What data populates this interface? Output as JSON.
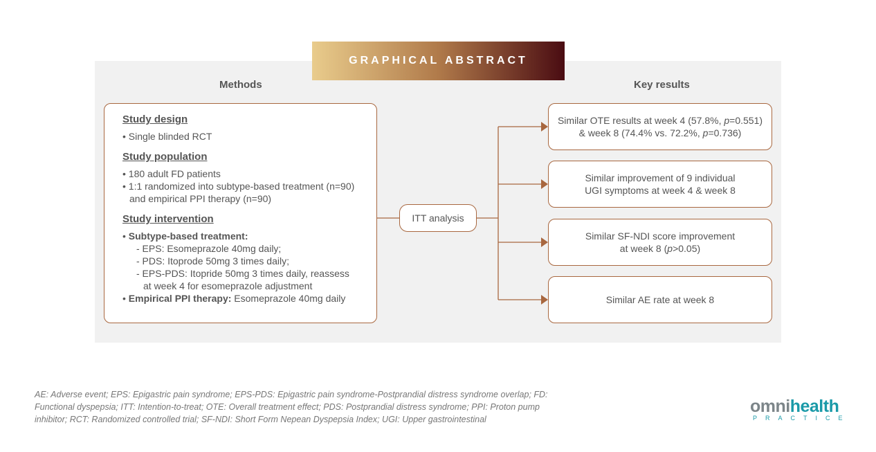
{
  "banner": "GRAPHICAL ABSTRACT",
  "methods_header": "Methods",
  "results_header": "Key results",
  "methods": {
    "design_title": "Study design",
    "design_items": [
      "Single blinded RCT"
    ],
    "population_title": "Study population",
    "population_items": [
      "180 adult FD patients",
      "1:1 randomized into subtype-based treatment (n=90)",
      "and empirical PPI therapy (n=90)"
    ],
    "intervention_title": "Study intervention",
    "subtype_label": "Subtype-based treatment:",
    "subtype_items": [
      "- EPS: Esomeprazole 40mg daily;",
      "- PDS: Itoprode 50mg 3 times daily;",
      "- EPS-PDS: Itopride 50mg 3 times daily, reassess",
      "at week 4 for esomeprazole adjustment"
    ],
    "empirical_label": "Empirical PPI therapy:",
    "empirical_value": " Esomeprazole 40mg daily"
  },
  "itt": "ITT analysis",
  "results": [
    {
      "l1a": "Similar OTE results at week 4 (57.8%, ",
      "p1": "p",
      "l1b": "=0.551)",
      "l2a": "& week 8 (74.4% vs. 72.2%, ",
      "p2": "p",
      "l2b": "=0.736)"
    },
    {
      "l1": "Similar improvement of 9 individual",
      "l2": "UGI symptoms at week 4 & week 8"
    },
    {
      "l1": "Similar SF-NDI score improvement",
      "l2a": "at week 8 (",
      "p": "p",
      "l2b": ">0.05)"
    },
    {
      "l1": "Similar AE rate at week 8"
    }
  ],
  "footnote": "AE: Adverse event; EPS: Epigastric pain syndrome; EPS-PDS: Epigastric pain syndrome-Postprandial distress syndrome overlap; FD: Functional dyspepsia; ITT: Intention-to-treat; OTE: Overall treatment effect; PDS: Postprandial distress syndrome; PPI: Proton pump inhibitor; RCT: Randomized controlled trial; SF-NDI: Short Form Nepean Dyspepsia Index; UGI: Upper gastrointestinal",
  "logo": {
    "omni": "omni",
    "health": "health",
    "practice": "PRACTICE"
  },
  "colors": {
    "line": "#a8673f",
    "panel": "#f1f1f1",
    "brand": "#1a9aa8"
  }
}
